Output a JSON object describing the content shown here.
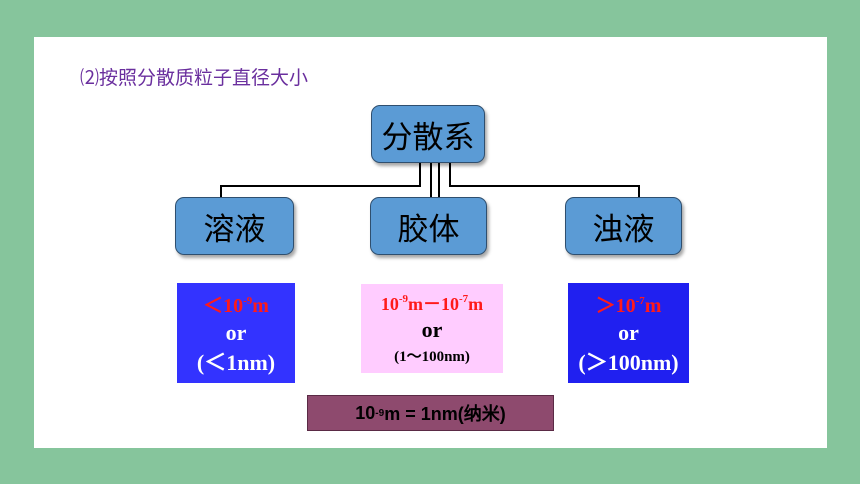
{
  "heading": "⑵按照分散质粒子直径大小",
  "root": {
    "label": "分散系"
  },
  "children": [
    {
      "label": "溶液"
    },
    {
      "label": "胶体"
    },
    {
      "label": "浊液"
    }
  ],
  "sizes": {
    "solution": {
      "line1_pre": "＜10",
      "line1_exp": "-9",
      "line1_post": "m",
      "line2": "or",
      "line3": "(＜1nm)"
    },
    "colloid": {
      "line1_a": "10",
      "line1_a_exp": "-9",
      "line1_mid": "m－10",
      "line1_b_exp": "-7",
      "line1_post": "m",
      "line2": "or",
      "line3": "(1～100nm)"
    },
    "turbid": {
      "line1_pre": "＞10",
      "line1_exp": "-7",
      "line1_post": "m",
      "line2": "or",
      "line3": "(＞100nm)"
    }
  },
  "note": {
    "pre": "10",
    "exp": "-9",
    "post": "m = 1nm(纳米)"
  },
  "colors": {
    "background": "#86c59c",
    "node": "#5b9bd5",
    "heading": "#6a2f9e",
    "solution_box": "#3333ff",
    "colloid_box": "#ffccff",
    "turbid_box": "#2020f0",
    "note_box": "#8e4a6e",
    "highlight_text": "#ff1a1a"
  }
}
